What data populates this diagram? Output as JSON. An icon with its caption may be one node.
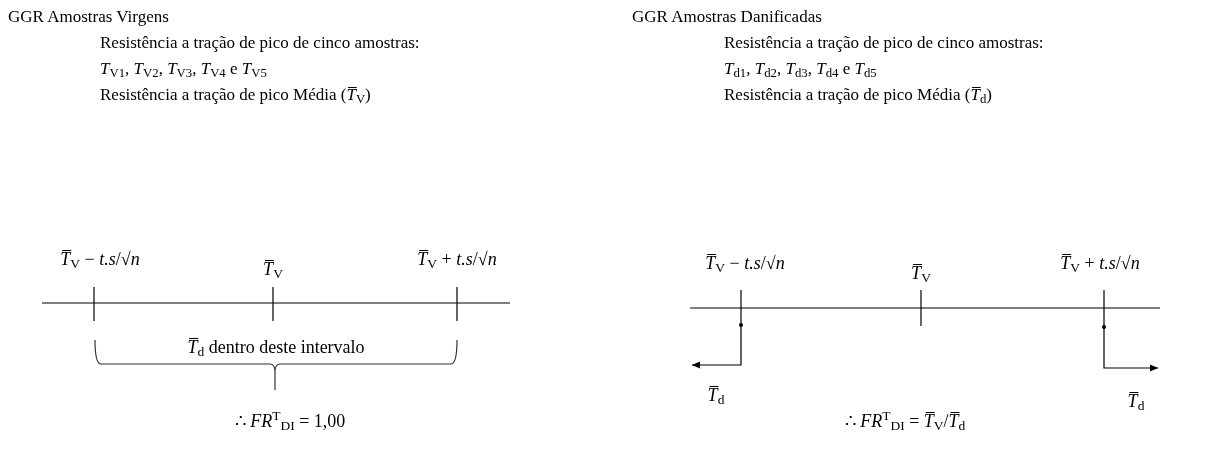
{
  "diagram": {
    "labels": [
      "GGR Amostras Virgens",
      "Resistência a tração de pico de cinco amostras:",
      "*T*$_{V1}$, *T*$_{V2}$, *T*$_{V3}$, *T*$_{V4}$ e *T*$_{V5}$",
      "Resistência a tração de pico Média (*T̅*$_{V}$)",
      "GGR Amostras Danificadas",
      "Resistência a tração de pico de cinco amostras:",
      "*T*$_{d1}$, *T*$_{d2}$, *T*$_{d3}$, *T*$_{d4}$ e *T*$_{d5}$",
      "Resistência a tração de pico Média (*T̅*$_{d}$)",
      "*T̅*$_{V}$ − *t.s*/√*n*",
      "*T̅*$_{V}$",
      "*T̅*$_{V}$ + *t.s*/√*n*",
      "*T̅*$_{d}$ dentro deste intervalo",
      "∴ *FR*$^{T}$$_{DI}$ = 1,00",
      "*T̅*$_{V}$ − *t.s*/√*n*",
      "*T̅*$_{V}$",
      "*T̅*$_{V}$ + *t.s*/√*n*",
      "*T̅*$_{d}$",
      "*T̅*$_{d}$",
      "∴ *FR*$^{T}$$_{DI}$ = *T̅*$_{V}$/*T̅*$_{d}$"
    ]
  }
}
